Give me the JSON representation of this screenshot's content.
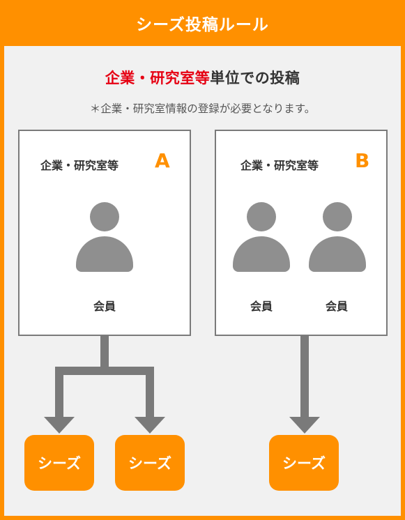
{
  "header": {
    "title": "シーズ投稿ルール"
  },
  "headline": {
    "highlight": "企業・研究室等",
    "rest": "単位での投稿"
  },
  "note": "＊企業・研究室情報の登録が必要となります。",
  "groups": [
    {
      "label": "企業・研究室等",
      "letter": "A",
      "members": [
        "会員"
      ]
    },
    {
      "label": "企業・研究室等",
      "letter": "B",
      "members": [
        "会員",
        "会員"
      ]
    }
  ],
  "seeds": [
    "シーズ",
    "シーズ",
    "シーズ"
  ],
  "colors": {
    "accent": "#ff9000",
    "highlight": "#e60012",
    "icon": "#8f8f8f",
    "arrow": "#7a7a7a"
  }
}
